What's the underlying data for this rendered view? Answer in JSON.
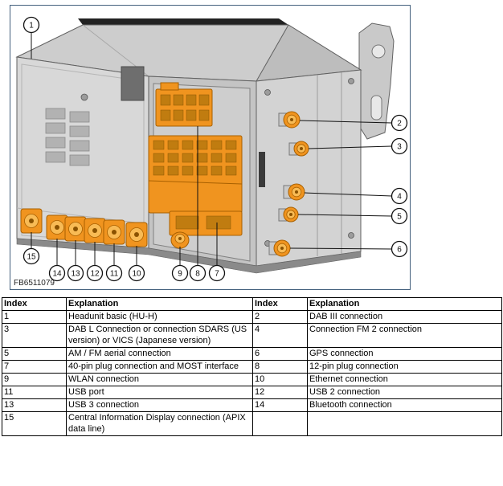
{
  "figure": {
    "label": "FB6511079",
    "callout_labels": [
      "1",
      "2",
      "3",
      "4",
      "5",
      "6",
      "7",
      "8",
      "9",
      "10",
      "11",
      "12",
      "13",
      "14",
      "15"
    ]
  },
  "table": {
    "headers": [
      "Index",
      "Explanation",
      "Index",
      "Explanation"
    ],
    "rows": [
      [
        "1",
        "Headunit basic (HU-H)",
        "2",
        "DAB III connection"
      ],
      [
        "3",
        "DAB L Connection or connection SDARS (US version) or VICS (Japanese version)",
        "4",
        "Connection FM 2 connection"
      ],
      [
        "5",
        "AM / FM aerial connection",
        "6",
        "GPS connection"
      ],
      [
        "7",
        "40-pin plug connection and MOST interface",
        "8",
        "12-pin plug connection"
      ],
      [
        "9",
        "WLAN connection",
        "10",
        "Ethernet connection"
      ],
      [
        "11",
        "USB port",
        "12",
        "USB 2 connection"
      ],
      [
        "13",
        "USB 3 connection",
        "14",
        "Bluetooth connection"
      ],
      [
        "15",
        "Central Information Display connection (APIX data line)",
        "",
        ""
      ]
    ]
  },
  "colors": {
    "connector_orange": "#F0941F",
    "connector_light": "#F8BB55",
    "connector_dark": "#C07C10",
    "frame_border": "#43607D"
  }
}
